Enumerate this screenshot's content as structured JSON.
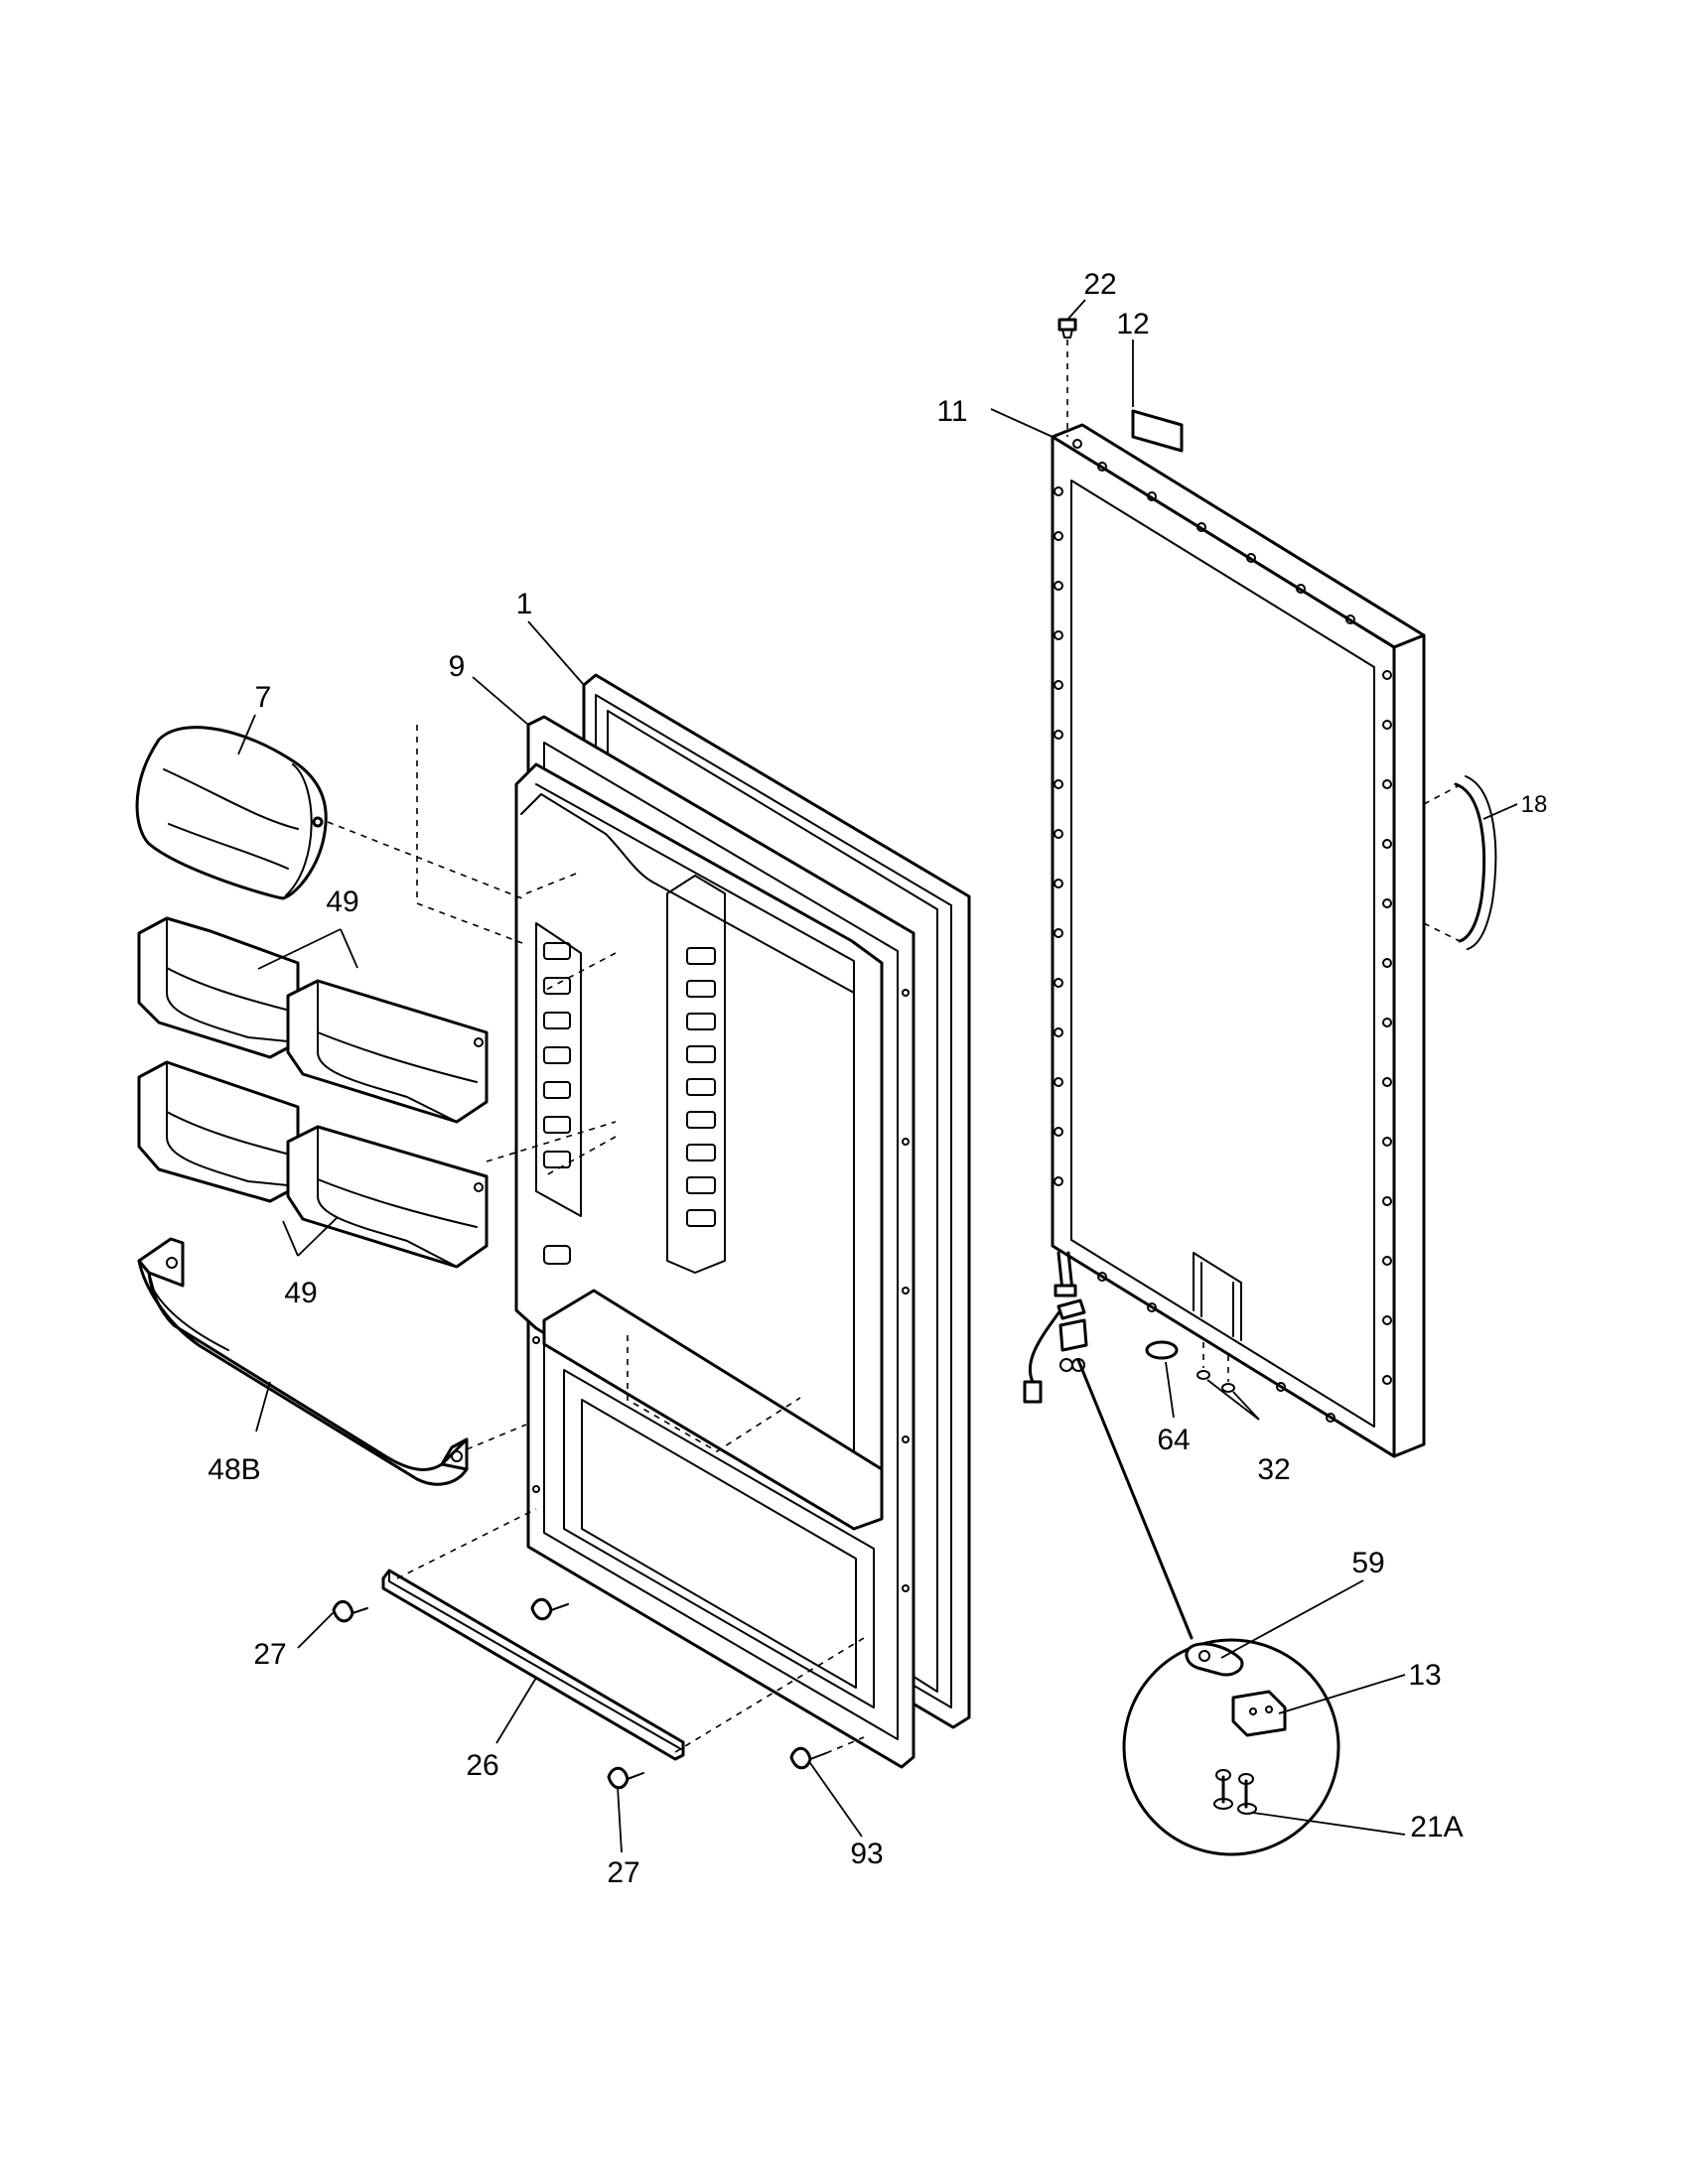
{
  "callouts": {
    "c22": "22",
    "c12": "12",
    "c11": "11",
    "c18": "18",
    "c1": "1",
    "c9": "9",
    "c7": "7",
    "c49_top": "49",
    "c49_bottom": "49",
    "c48b": "48B",
    "c64": "64",
    "c32": "32",
    "c59": "59",
    "c13": "13",
    "c21a": "21A",
    "c27_left": "27",
    "c27_bottom": "27",
    "c26": "26",
    "c93": "93"
  },
  "colors": {
    "line": "#000000",
    "background": "#ffffff"
  }
}
